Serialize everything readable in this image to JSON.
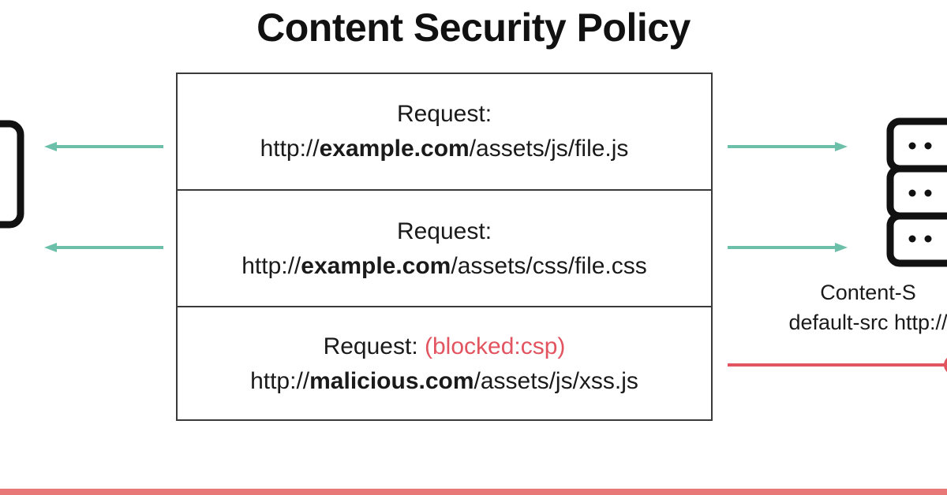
{
  "title": "Content Security Policy",
  "requests": [
    {
      "label": "Request:",
      "status": "",
      "scheme": "http://",
      "host": "example.com",
      "path": "/assets/js/file.js",
      "outcome": "allowed"
    },
    {
      "label": "Request:",
      "status": "",
      "scheme": "http://",
      "host": "example.com",
      "path": "/assets/css/file.css",
      "outcome": "allowed"
    },
    {
      "label": "Request:",
      "status": "(blocked:csp)",
      "scheme": "http://",
      "host": "malicious.com",
      "path": "/assets/js/xss.js",
      "outcome": "blocked"
    }
  ],
  "server": {
    "icon": "server-icon",
    "caption_line1": "Content-S",
    "caption_line2": "default-src http://"
  },
  "client": {
    "icon": "browser-window-icon"
  },
  "colors": {
    "allowed_arrow": "#6cbfa9",
    "blocked_line": "#e2545f",
    "blocked_text": "#e2545f",
    "bottom_rule": "#e87777"
  }
}
